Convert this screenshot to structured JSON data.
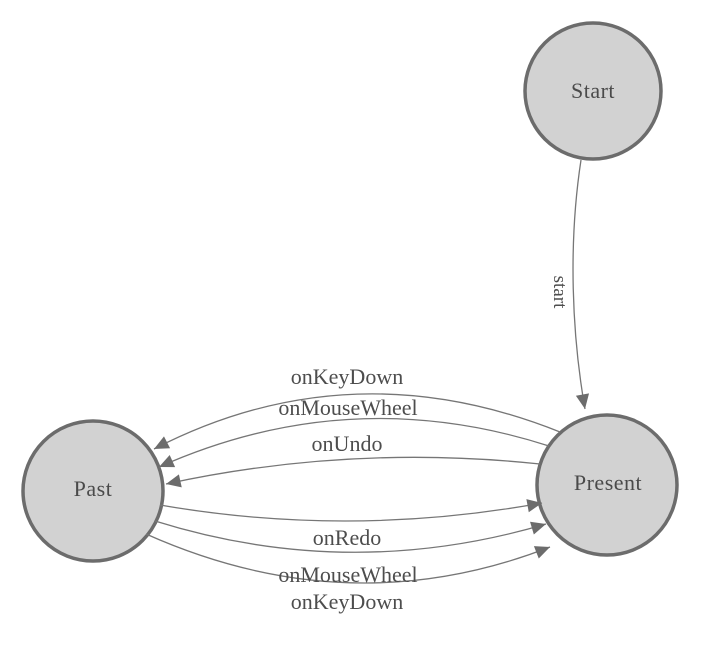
{
  "diagram": {
    "kind": "state-machine",
    "background": "#ffffff",
    "colors": {
      "node_fill": "#d2d2d2",
      "node_border": "#6c6c6c",
      "edge_line": "#767676",
      "arrowhead": "#6c6c6c",
      "label_text": "#4d4d4d"
    },
    "nodes": [
      {
        "id": "start",
        "label": "Start"
      },
      {
        "id": "past",
        "label": "Past"
      },
      {
        "id": "present",
        "label": "Present"
      }
    ],
    "edges": [
      {
        "from": "start",
        "to": "present",
        "label": "start"
      },
      {
        "from": "present",
        "to": "past",
        "label": "onKeyDown"
      },
      {
        "from": "present",
        "to": "past",
        "label": "onMouseWheel"
      },
      {
        "from": "present",
        "to": "past",
        "label": "onUndo"
      },
      {
        "from": "past",
        "to": "present",
        "label": "onRedo"
      },
      {
        "from": "past",
        "to": "present",
        "label": "onMouseWheel"
      },
      {
        "from": "past",
        "to": "present",
        "label": "onKeyDown"
      }
    ]
  }
}
